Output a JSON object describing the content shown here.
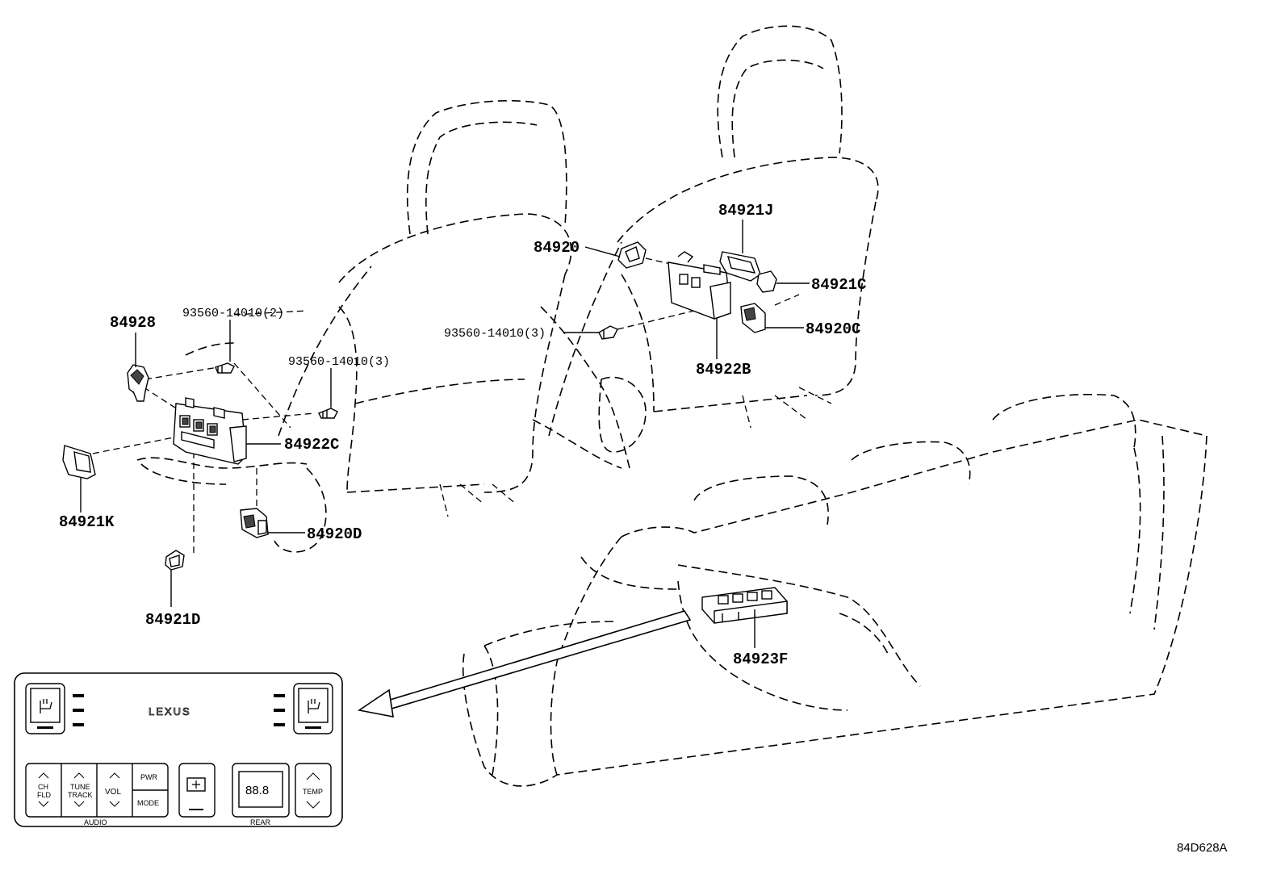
{
  "labels": {
    "p84928": "84928",
    "p93560_2": "93560-14010(2)",
    "p93560_3a": "93560-14010(3)",
    "p93560_3b": "93560-14010(3)",
    "p84922c": "84922C",
    "p84921k": "84921K",
    "p84920d": "84920D",
    "p84921d": "84921D",
    "p84920": "84920",
    "p84921j": "84921J",
    "p84921c": "84921C",
    "p84920c": "84920C",
    "p84922b": "84922B",
    "p84923f": "84923F"
  },
  "panel": {
    "logo": "LEXUS",
    "ch_fld": "CH\nFLD",
    "ch": "CH",
    "fld": "FLD",
    "tune": "TUNE",
    "track": "TRACK",
    "vol": "VOL",
    "pwr": "PWR",
    "mode": "MODE",
    "audio": "AUDIO",
    "display": "88.8",
    "temp": "TEMP",
    "rear": "REAR"
  },
  "diagram_code": "84D628A"
}
